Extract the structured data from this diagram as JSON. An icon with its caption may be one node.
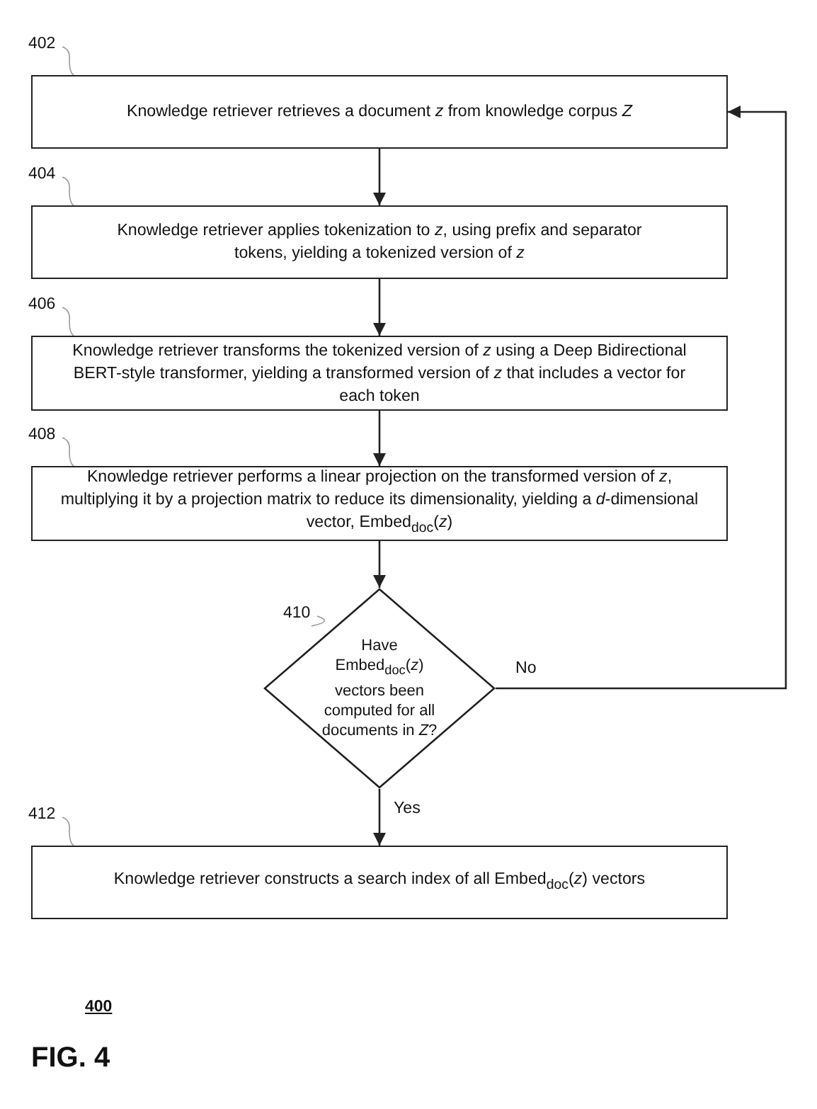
{
  "diagram": {
    "nodes": [
      {
        "text": [
          "Knowledge retriever retrieves a document *z* from knowledge corpus *Z*"
        ],
        "beside": [
          "402"
        ]
      },
      {
        "text": [
          "Knowledge retriever applies tokenization to *z*, using prefix and separator tokens, yielding a tokenized version of *z*"
        ],
        "beside": [
          "404"
        ]
      },
      {
        "text": [
          "Knowledge retriever transforms the tokenized version of *z* using a Deep Bidirectional BERT-style transformer, yielding a transformed version of *z* that includes a vector for each token"
        ],
        "beside": [
          "406"
        ]
      },
      {
        "text": [
          "Knowledge retriever performs a linear projection on the transformed version of *z*, multiplying it by a projection matrix to reduce its dimensionality, yielding a *d*-dimensional vector, Embed$_{doc}$(*z*)"
        ],
        "beside": [
          "408"
        ]
      },
      {
        "text": [
          "Have Embed$_{doc}$(*z*) vectors been computed for all documents in *Z*?"
        ],
        "beside": [
          "410"
        ]
      },
      {
        "text": [
          "Knowledge retriever constructs a search index of all Embed$_{doc}$(*z*) vectors"
        ],
        "beside": [
          "412"
        ]
      }
    ],
    "edges": [
      {
        "from": 0,
        "to": 1,
        "arrow": "to"
      },
      {
        "from": 1,
        "to": 2,
        "arrow": "to"
      },
      {
        "from": 2,
        "to": 3,
        "arrow": "to"
      },
      {
        "from": 3,
        "to": 4,
        "arrow": "to"
      },
      {
        "from": 4,
        "to": 0,
        "arrow": "to",
        "label": "No"
      },
      {
        "from": 4,
        "to": 5,
        "arrow": "to",
        "label": "Yes"
      }
    ],
    "labels": [
      "400",
      "FIG. 4"
    ]
  }
}
